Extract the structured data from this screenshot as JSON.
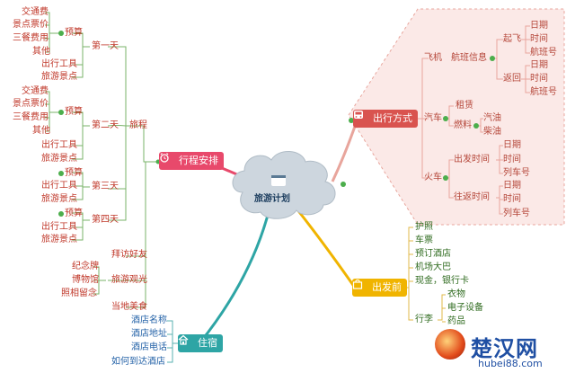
{
  "center": {
    "title": "旅游计划"
  },
  "branches": {
    "itinerary": {
      "title": "行程安排",
      "color": "#e8496b",
      "day1": {
        "label": "第一天",
        "budget": "预算",
        "items": [
          "交通费",
          "景点票价",
          "三餐费用",
          "其他"
        ],
        "tools": "出行工具",
        "spots": "旅游景点"
      },
      "process": "旅程",
      "day2": {
        "label": "第二天",
        "budget": "预算",
        "items": [
          "交通费",
          "景点票价",
          "三餐费用",
          "其他"
        ],
        "tools": "出行工具",
        "spots": "旅游景点"
      },
      "day3": {
        "label": "第三天",
        "budget": "预算",
        "tools": "出行工具",
        "spots": "旅游景点"
      },
      "day4": {
        "label": "第四天",
        "budget": "预算",
        "tools": "出行工具",
        "spots": "旅游景点"
      },
      "visit": "拜访好友",
      "sightseeing": {
        "label": "旅游观光",
        "items": [
          "纪念牌",
          "博物馆",
          "照相留念"
        ]
      },
      "food": "当地美食"
    },
    "transport": {
      "title": "出行方式",
      "color": "#d9534f",
      "plane": {
        "label": "飞机",
        "info": "航班信息",
        "takeoff": "起飞",
        "return": "返回",
        "fields": [
          "日期",
          "时间",
          "航班号"
        ]
      },
      "car": {
        "label": "汽车",
        "rent": "租赁",
        "fuel": "燃料",
        "fuel_types": [
          "汽油",
          "柴油"
        ]
      },
      "train": {
        "label": "火车",
        "depart": "出发时间",
        "return": "往返时间",
        "fields": [
          "日期",
          "时间",
          "列车号"
        ]
      }
    },
    "departure": {
      "title": "出发前",
      "color": "#f0b400",
      "items": [
        "护照",
        "车票",
        "预订酒店",
        "机场大巴",
        "现金，银行卡"
      ],
      "luggage": {
        "label": "行李",
        "items": [
          "衣物",
          "电子设备",
          "药品"
        ]
      }
    },
    "lodging": {
      "title": "住宿",
      "color": "#2ea5a5",
      "items": [
        "酒店名称",
        "酒店地址",
        "酒店电话",
        "如何到达酒店"
      ]
    }
  },
  "watermark": {
    "brand": "楚汉网",
    "url": "hubei88.com"
  }
}
